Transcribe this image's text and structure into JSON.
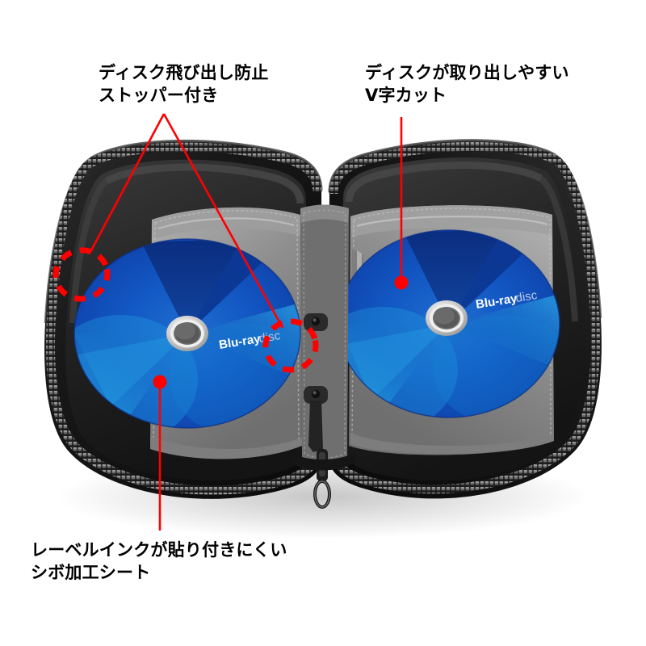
{
  "image": {
    "kind": "product-photo",
    "subject": "Blu-ray disc zipper case (open, two disc panels)",
    "background_color": "#ffffff",
    "annotation_color": "#ff0000"
  },
  "callouts": [
    {
      "id": "stopper",
      "text": "ディスク飛び出し防止\nストッパー付き",
      "position": "top-left",
      "marker": "dashed-ellipse",
      "marker_count": 2
    },
    {
      "id": "vcut",
      "text": "ディスクが取り出しやすい\nV字カット",
      "position": "top-right",
      "marker": "dot",
      "marker_count": 1
    },
    {
      "id": "sheet",
      "text": "レーベルインクが貼り付きにくい\nシボ加工シート",
      "position": "bottom-left",
      "marker": "dot",
      "marker_count": 1
    }
  ],
  "discs": [
    {
      "id": "left-disc",
      "label_bold": "Blu-ray",
      "label_light": "disc"
    },
    {
      "id": "right-disc",
      "label_bold": "Blu-ray",
      "label_light": "disc"
    }
  ],
  "colors": {
    "annotation_red": "#ff0000",
    "disc_deep_blue": "#0f3fa8",
    "disc_mid_blue": "#1464c8",
    "disc_bright_blue": "#1a93dc",
    "disc_dark_wedge": "#0b2f84",
    "sleeve_gray": "#8d8d8d",
    "sleeve_gray_light": "#a6a6a6",
    "case_black": "#131313",
    "case_black_light": "#2c2c2c",
    "zipper_gray": "#575757",
    "hub_silver": "#d8d8d8"
  }
}
